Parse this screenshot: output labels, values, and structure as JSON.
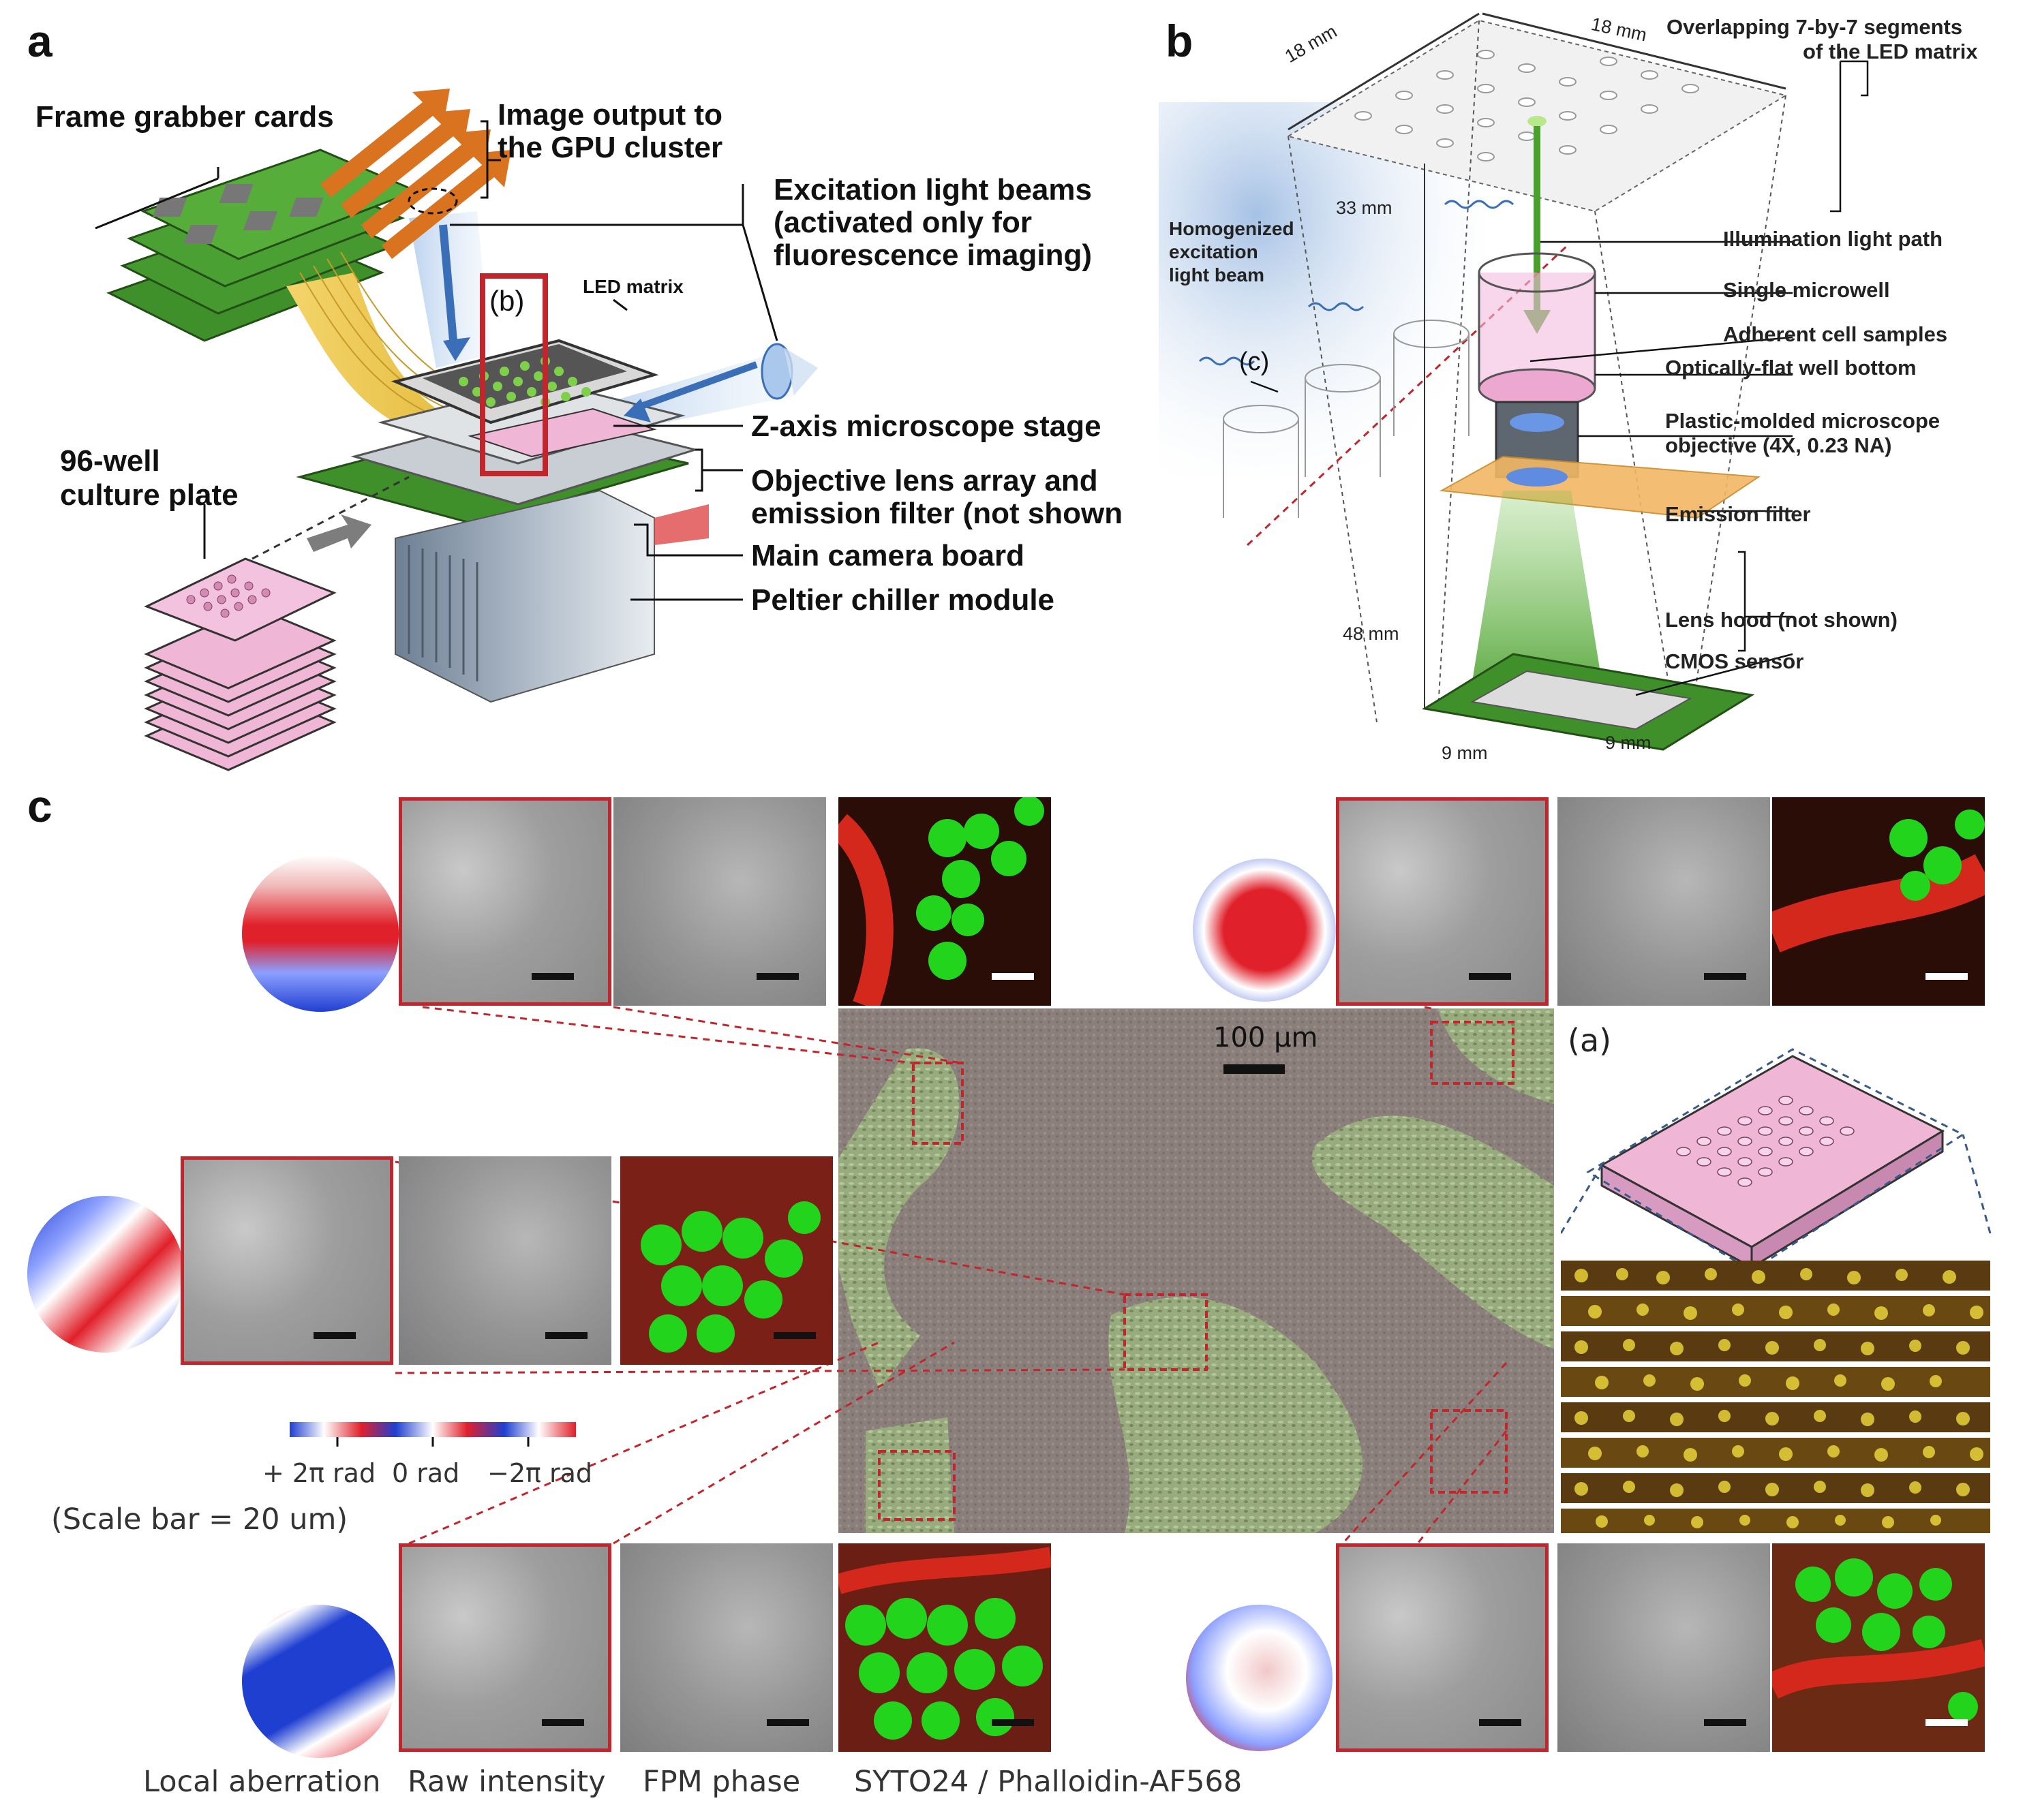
{
  "panel_a": {
    "letter": "a",
    "frame_grabber": "Frame grabber cards",
    "image_output_1": "Image output to",
    "image_output_2": "the GPU cluster",
    "excitation_1": "Excitation light beams",
    "excitation_2": "(activated only for",
    "excitation_3": "fluorescence imaging)",
    "b_marker": "(b)",
    "led_matrix": "LED matrix",
    "z_stage": "Z-axis microscope stage",
    "objective_1": "Objective lens array and",
    "objective_2": "emission filter (not shown",
    "camera_board": "Main camera board",
    "peltier": "Peltier chiller module",
    "plate_1": "96-well",
    "plate_2": "culture plate"
  },
  "panel_b": {
    "letter": "b",
    "dim_18_left": "18 mm",
    "dim_18_top": "18 mm",
    "dim_33": "33 mm",
    "dim_48": "48 mm",
    "dim_9_left": "9 mm",
    "dim_9_right": "9 mm",
    "homog_1": "Homogenized",
    "homog_2": "excitation",
    "homog_3": "light beam",
    "c_marker": "(c)",
    "overlap_1": "Overlapping 7-by-7 segments",
    "overlap_2": "of the LED matrix",
    "illum": "Illumination light path",
    "microwell": "Single microwell",
    "adherent": "Adherent cell samples",
    "optflat": "Optically-flat well bottom",
    "objective_1": "Plastic-molded microscope",
    "objective_2": "objective (4X, 0.23 NA)",
    "emission": "Emission filter",
    "hood": "Lens hood (not shown)",
    "cmos": "CMOS sensor"
  },
  "panel_c": {
    "letter": "c",
    "scale_100": "100 μm",
    "a_marker": "(a)",
    "colorbar_pos": "+ 2π rad",
    "colorbar_zero": "0 rad",
    "colorbar_neg": "−2π rad",
    "scale_note": "(Scale bar = 20 um)",
    "col_aberration": "Local aberration",
    "col_raw": "Raw intensity",
    "col_fpm": "FPM phase",
    "col_fluor": "SYTO24 / Phalloidin-AF568"
  },
  "colors": {
    "highlight_red": "#c0262c",
    "pcb_green": "#3f8f2a",
    "led_green": "#7ed04b",
    "plate_pink": "#f0b6d6",
    "arrow_orange": "#d9731f",
    "beam_blue": "#3a6fb8",
    "phase_red": "#e0202a",
    "phase_blue": "#1f3fd1",
    "nuclei_green": "#22d41c",
    "actin_red": "#d4281c"
  },
  "icons": [
    "frame-grabber-card",
    "led-matrix",
    "culture-plate",
    "objective-lens",
    "cmos-sensor",
    "phase-map-disk"
  ]
}
